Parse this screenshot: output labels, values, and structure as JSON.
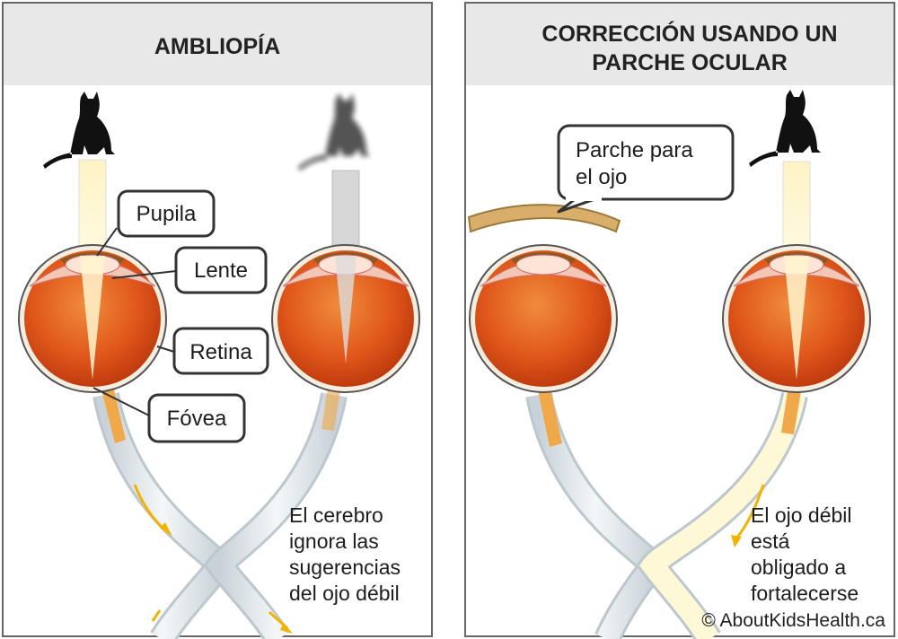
{
  "left_panel": {
    "title": "AMBLIOPÍA",
    "labels": {
      "pupil": "Pupila",
      "lens": "Lente",
      "retina": "Retina",
      "fovea": "Fóvea"
    },
    "caption_lines": [
      "El cerebro",
      "ignora las",
      "sugerencias",
      "del ojo débil"
    ]
  },
  "right_panel": {
    "title_lines": [
      "CORRECCIÓN USANDO UN",
      "PARCHE OCULAR"
    ],
    "patch_label_lines": [
      "Parche para",
      "el ojo"
    ],
    "caption_lines": [
      "El ojo débil",
      "está",
      "obligado a",
      "fortalecerse"
    ]
  },
  "copyright": "© AboutKidsHealth.ca",
  "colors": {
    "panel_border": "#666666",
    "header_bg": "#e8e8e8",
    "eye_orange": "#e0561a",
    "nerve": "#f0a94a",
    "arrow": "#f2b400",
    "patch": "#d8ae6a"
  }
}
